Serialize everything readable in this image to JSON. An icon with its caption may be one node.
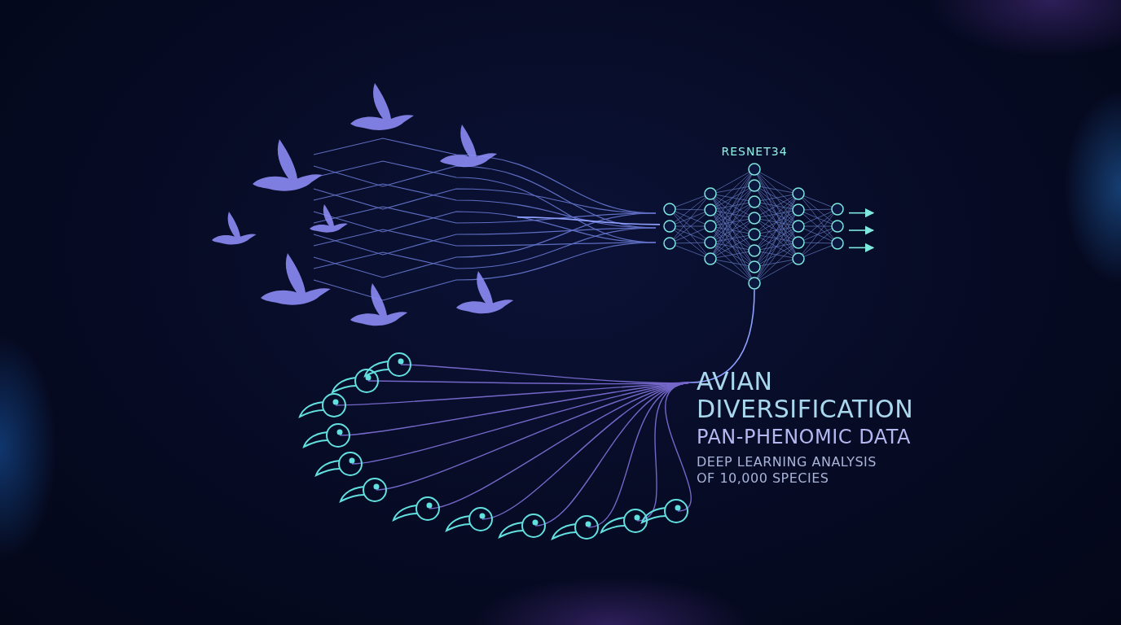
{
  "diagram": {
    "title": "AVIAN DIVERSIFICATION",
    "nodes": [
      {
        "text": [],
        "shape": "picture"
      },
      {
        "text": [
          "RESNET34"
        ]
      },
      {
        "text": [],
        "shape": "picture"
      }
    ],
    "edges": [
      {
        "from": 0,
        "to": 1,
        "arrow": "none"
      },
      {
        "from": 1,
        "to": 2,
        "arrow": "none"
      },
      {
        "from": 1,
        "to": null,
        "arrow": "to"
      },
      {
        "from": 1,
        "to": null,
        "arrow": "to"
      },
      {
        "from": 1,
        "to": null,
        "arrow": "to"
      }
    ],
    "labels": [
      "PAN-PHENOMIC DATA",
      "DEEP LEARNING ANALYSIS OF 10,000 SPECIES"
    ]
  }
}
